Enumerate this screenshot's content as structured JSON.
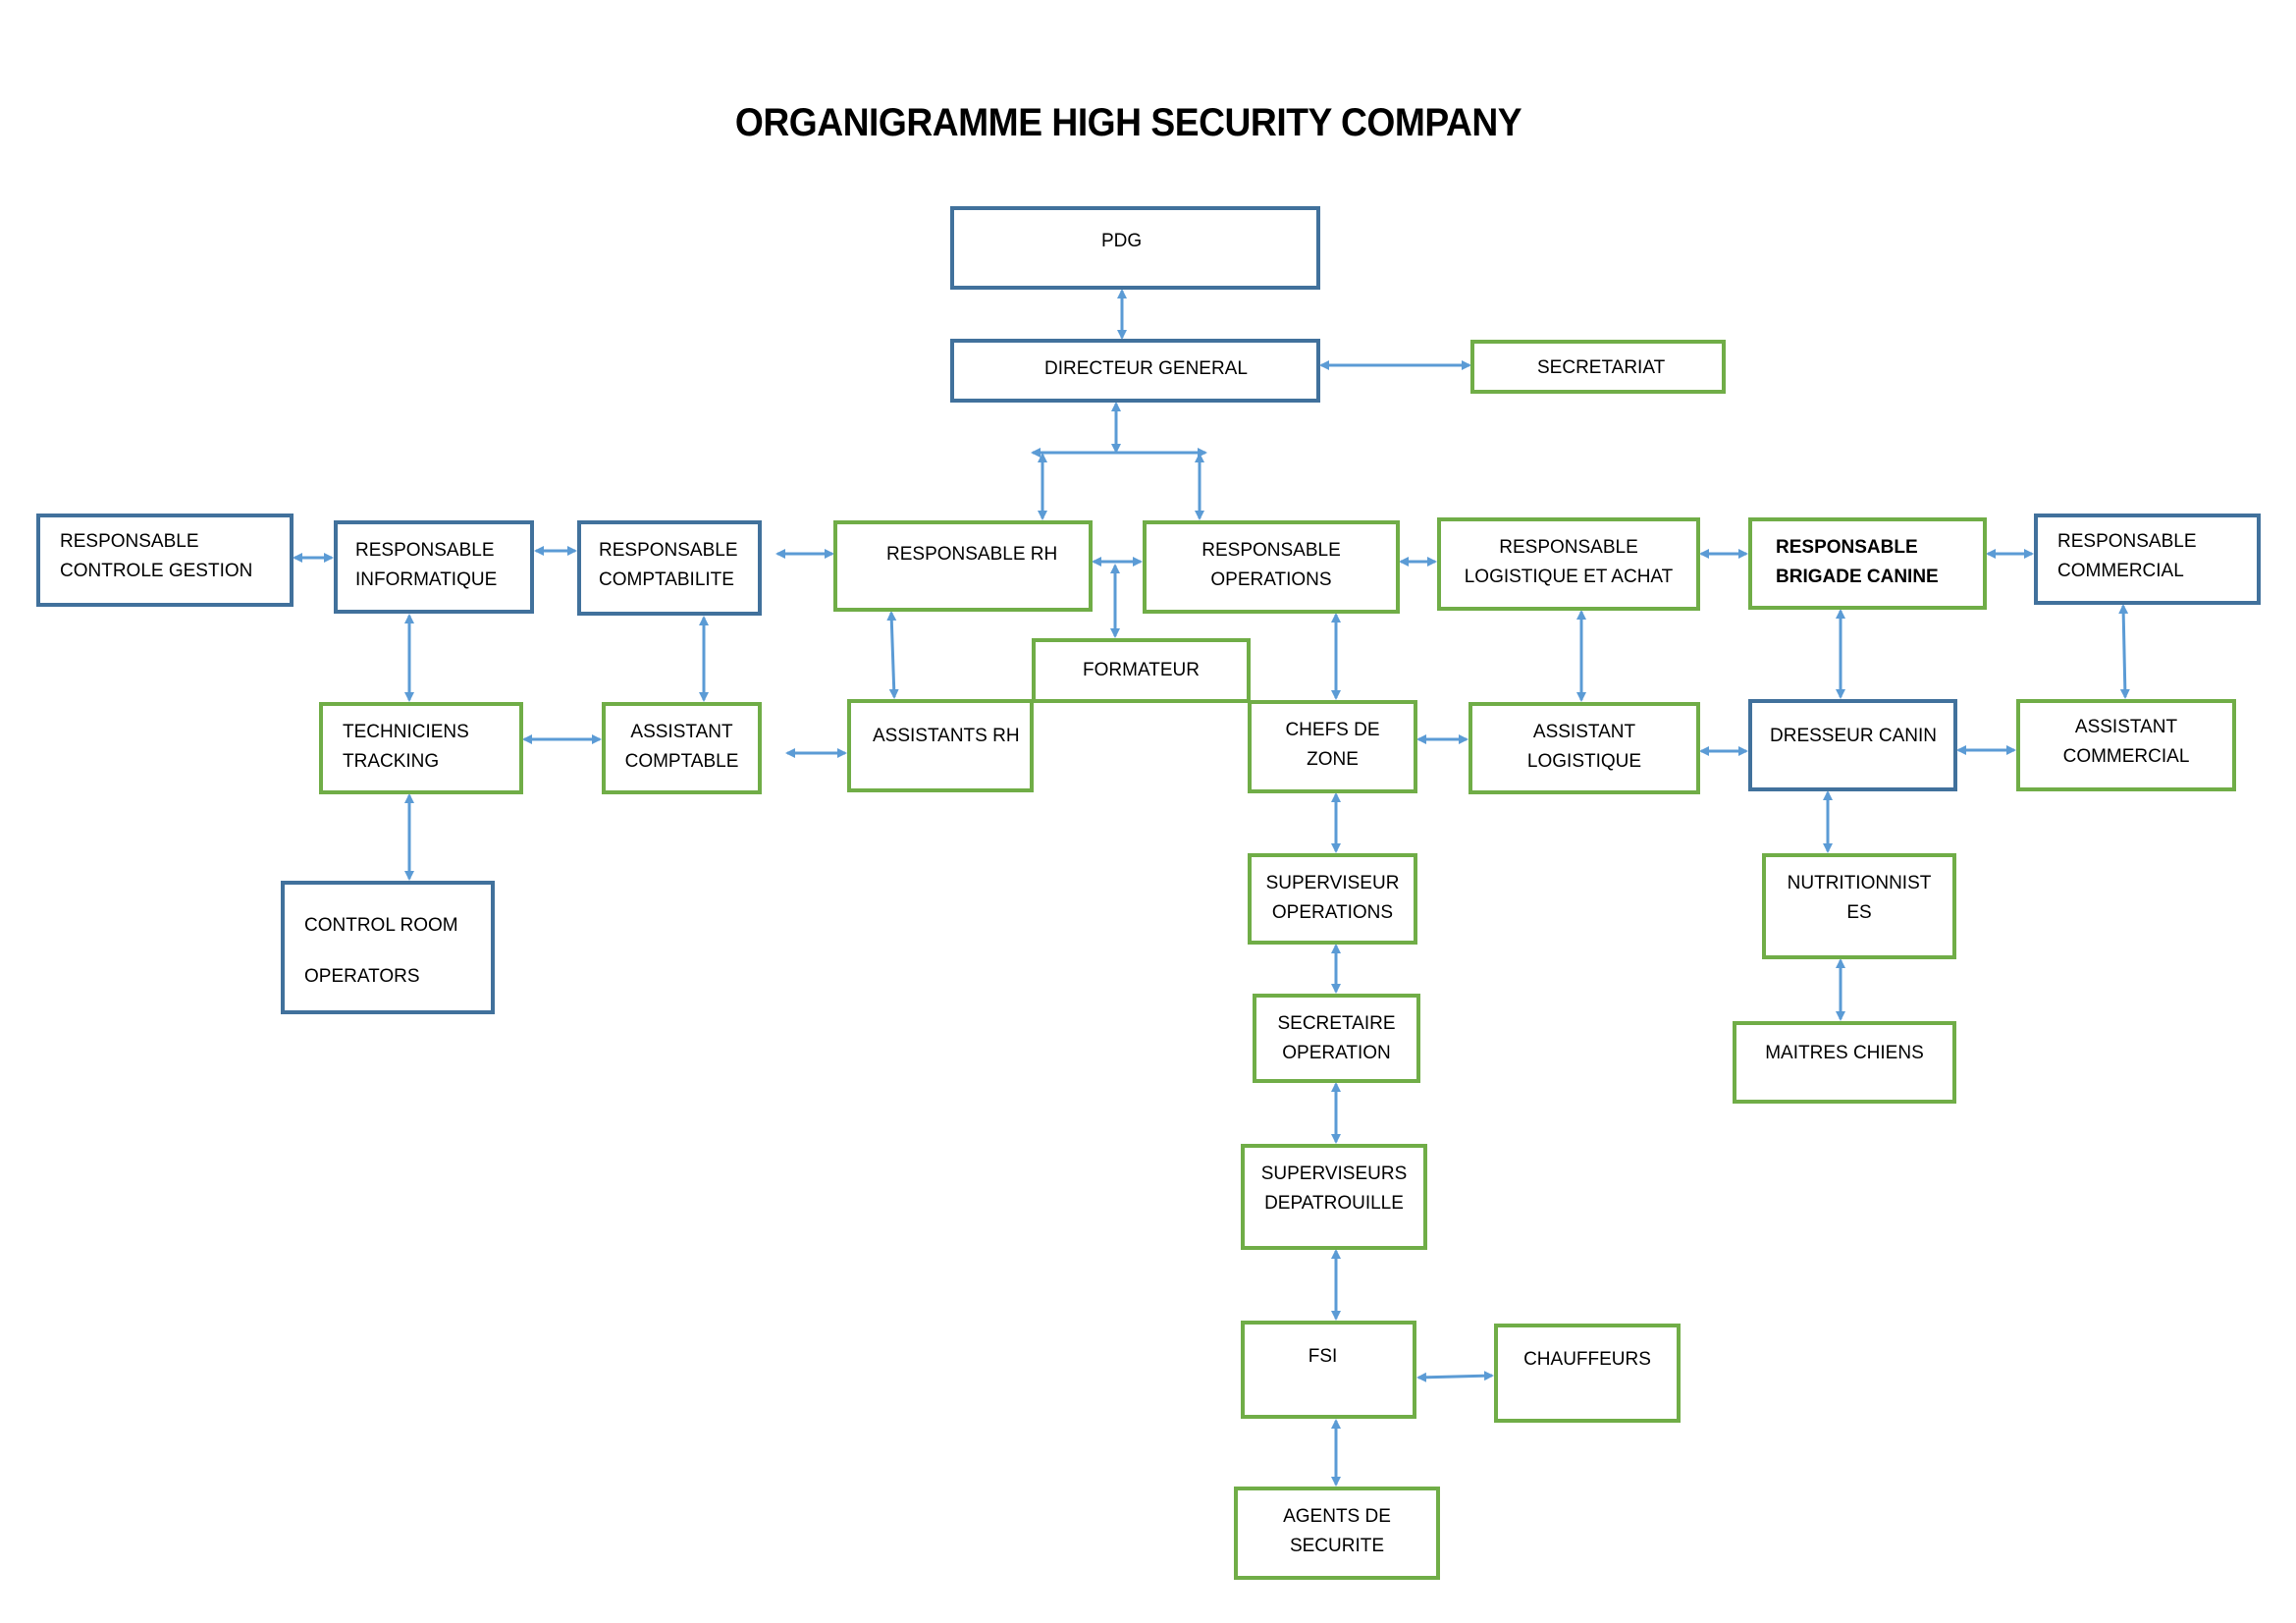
{
  "title": "ORGANIGRAMME HIGH SECURITY COMPANY",
  "colors": {
    "manager_border": "#41719c",
    "staff_border": "#70ad47",
    "connector": "#5b9bd5",
    "text": "#000000",
    "background": "#ffffff"
  },
  "nodes": {
    "pdg": {
      "label": "PDG",
      "style": "blue"
    },
    "directeur_general": {
      "label": "DIRECTEUR GENERAL",
      "style": "blue"
    },
    "secretariat": {
      "label": "SECRETARIAT",
      "style": "green"
    },
    "responsable_controle_gestion": {
      "label": "RESPONSABLE\nCONTROLE GESTION",
      "style": "blue"
    },
    "responsable_informatique": {
      "label": "RESPONSABLE\nINFORMATIQUE",
      "style": "blue"
    },
    "responsable_comptabilite": {
      "label": "RESPONSABLE\nCOMPTABILITE",
      "style": "blue"
    },
    "responsable_rh": {
      "label": "RESPONSABLE RH",
      "style": "green"
    },
    "responsable_operations": {
      "label": "RESPONSABLE\nOPERATIONS",
      "style": "green"
    },
    "responsable_logistique_achat": {
      "label": "RESPONSABLE\nLOGISTIQUE ET ACHAT",
      "style": "green"
    },
    "responsable_brigade_canine": {
      "label": "RESPONSABLE\nBRIGADE CANINE",
      "style": "green-bold"
    },
    "responsable_commercial": {
      "label": "RESPONSABLE\nCOMMERCIAL",
      "style": "blue"
    },
    "formateur": {
      "label": "FORMATEUR",
      "style": "green"
    },
    "techniciens_tracking": {
      "label": "TECHNICIENS\nTRACKING",
      "style": "green"
    },
    "assistant_comptable": {
      "label": "ASSISTANT\nCOMPTABLE",
      "style": "green"
    },
    "assistants_rh": {
      "label": "ASSISTANTS RH",
      "style": "green"
    },
    "chefs_de_zone": {
      "label": "CHEFS DE\nZONE",
      "style": "green"
    },
    "assistant_logistique": {
      "label": "ASSISTANT\nLOGISTIQUE",
      "style": "green"
    },
    "dresseur_canin": {
      "label": "DRESSEUR CANIN",
      "style": "blue"
    },
    "assistant_commercial": {
      "label": "ASSISTANT\nCOMMERCIAL",
      "style": "green"
    },
    "control_room_operators": {
      "label": "CONTROL ROOM\nOPERATORS",
      "style": "blue"
    },
    "superviseur_operations": {
      "label": "SUPERVISEUR\nOPERATIONS",
      "style": "green"
    },
    "nutritionnistes": {
      "label": "NUTRITIONNIST\nES",
      "style": "green"
    },
    "secretaire_operation": {
      "label": "SECRETAIRE\nOPERATION",
      "style": "green"
    },
    "maitres_chiens": {
      "label": "MAITRES CHIENS",
      "style": "green"
    },
    "superviseurs_patrouille": {
      "label": "SUPERVISEURS\nDEPATROUILLE",
      "style": "green"
    },
    "fsi": {
      "label": "FSI",
      "style": "green"
    },
    "chauffeurs": {
      "label": "CHAUFFEURS",
      "style": "green"
    },
    "agents_de_securite": {
      "label": "AGENTS DE\nSECURITE",
      "style": "green"
    }
  },
  "links": [
    [
      "pdg",
      "directeur_general"
    ],
    [
      "directeur_general",
      "secretariat"
    ],
    [
      "directeur_general",
      "responsable_rh"
    ],
    [
      "directeur_general",
      "responsable_operations"
    ],
    [
      "responsable_controle_gestion",
      "responsable_informatique"
    ],
    [
      "responsable_informatique",
      "responsable_comptabilite"
    ],
    [
      "responsable_comptabilite",
      "responsable_rh"
    ],
    [
      "responsable_rh",
      "responsable_operations"
    ],
    [
      "responsable_rh",
      "formateur"
    ],
    [
      "responsable_operations",
      "responsable_logistique_achat"
    ],
    [
      "responsable_logistique_achat",
      "responsable_brigade_canine"
    ],
    [
      "responsable_brigade_canine",
      "responsable_commercial"
    ],
    [
      "responsable_informatique",
      "techniciens_tracking"
    ],
    [
      "responsable_comptabilite",
      "assistant_comptable"
    ],
    [
      "responsable_rh",
      "assistants_rh"
    ],
    [
      "responsable_operations",
      "chefs_de_zone"
    ],
    [
      "responsable_logistique_achat",
      "assistant_logistique"
    ],
    [
      "responsable_brigade_canine",
      "dresseur_canin"
    ],
    [
      "responsable_commercial",
      "assistant_commercial"
    ],
    [
      "techniciens_tracking",
      "assistant_comptable"
    ],
    [
      "assistant_comptable",
      "assistants_rh"
    ],
    [
      "chefs_de_zone",
      "assistant_logistique"
    ],
    [
      "assistant_logistique",
      "dresseur_canin"
    ],
    [
      "dresseur_canin",
      "assistant_commercial"
    ],
    [
      "techniciens_tracking",
      "control_room_operators"
    ],
    [
      "chefs_de_zone",
      "superviseur_operations"
    ],
    [
      "superviseur_operations",
      "secretaire_operation"
    ],
    [
      "secretaire_operation",
      "superviseurs_patrouille"
    ],
    [
      "superviseurs_patrouille",
      "fsi"
    ],
    [
      "fsi",
      "chauffeurs"
    ],
    [
      "fsi",
      "agents_de_securite"
    ],
    [
      "dresseur_canin",
      "nutritionnistes"
    ],
    [
      "nutritionnistes",
      "maitres_chiens"
    ]
  ]
}
